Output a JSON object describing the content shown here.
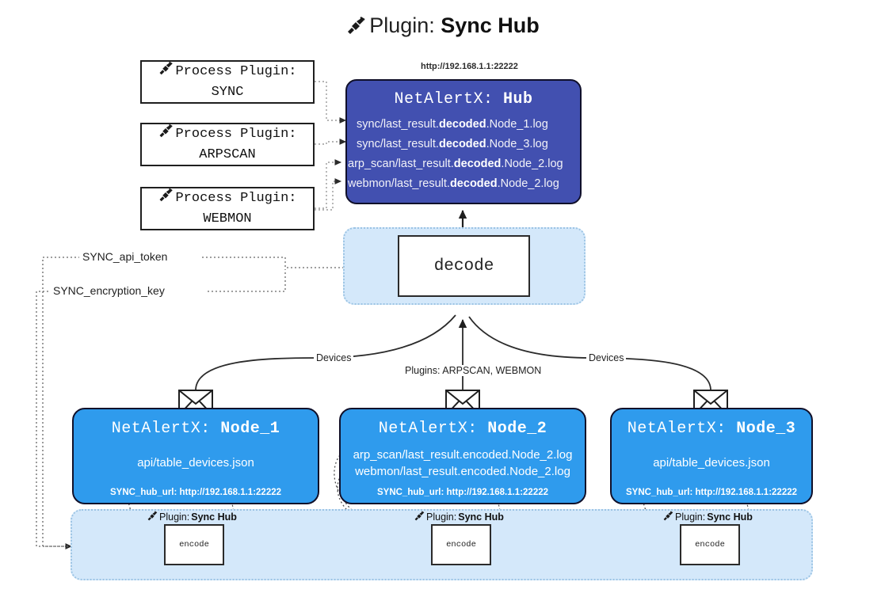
{
  "title": {
    "icon": "plug-icon",
    "label": "Plugin:",
    "name": "Sync Hub"
  },
  "process_plugins": [
    {
      "label": "Process Plugin:",
      "name": "SYNC",
      "icon": "plug-icon"
    },
    {
      "label": "Process Plugin:",
      "name": "ARPSCAN",
      "icon": "plug-icon"
    },
    {
      "label": "Process Plugin:",
      "name": "WEBMON",
      "icon": "plug-icon"
    }
  ],
  "hub": {
    "url": "http://192.168.1.1:22222",
    "app": "NetAlertX:",
    "name": "Hub",
    "logs": [
      {
        "pre": "sync/last_result.",
        "mid": "decoded",
        "post": ".Node_1.log"
      },
      {
        "pre": "sync/last_result.",
        "mid": "decoded",
        "post": ".Node_3.log"
      },
      {
        "pre": "arp_scan/last_result.",
        "mid": "decoded",
        "post": ".Node_2.log"
      },
      {
        "pre": "webmon/last_result.",
        "mid": "decoded",
        "post": ".Node_2.log"
      }
    ]
  },
  "decode": {
    "label": "decode"
  },
  "config_vars": [
    {
      "label": "SYNC_api_token"
    },
    {
      "label": "SYNC_encryption_key"
    }
  ],
  "edge_labels": {
    "left_devices": "Devices",
    "right_devices": "Devices",
    "center_plugins": "Plugins: ARPSCAN, WEBMON"
  },
  "nodes": [
    {
      "app": "NetAlertX:",
      "name": "Node_1",
      "lines": [
        "api/table_devices.json"
      ],
      "footer": "SYNC_hub_url: http://192.168.1.1:22222",
      "mail_icon": "envelope-icon"
    },
    {
      "app": "NetAlertX:",
      "name": "Node_2",
      "lines": [
        "arp_scan/last_result.encoded.Node_2.log",
        "webmon/last_result.encoded.Node_2.log"
      ],
      "footer": "SYNC_hub_url: http://192.168.1.1:22222",
      "mail_icon": "envelope-icon"
    },
    {
      "app": "NetAlertX:",
      "name": "Node_3",
      "lines": [
        "api/table_devices.json"
      ],
      "footer": "SYNC_hub_url: http://192.168.1.1:22222",
      "mail_icon": "envelope-icon"
    }
  ],
  "encoders": [
    {
      "plugin_label": "Plugin:",
      "plugin_name": "Sync Hub",
      "box": "encode",
      "icon": "plug-icon"
    },
    {
      "plugin_label": "Plugin:",
      "plugin_name": "Sync Hub",
      "box": "encode",
      "icon": "plug-icon"
    },
    {
      "plugin_label": "Plugin:",
      "plugin_name": "Sync Hub",
      "box": "encode",
      "icon": "plug-icon"
    }
  ],
  "colors": {
    "hub_fill": "#4250b0",
    "node_fill": "#2f9bed",
    "group_fill": "#d4e8fa",
    "group_border": "#9cc4e4",
    "stroke": "#10102a",
    "background": "#ffffff"
  }
}
